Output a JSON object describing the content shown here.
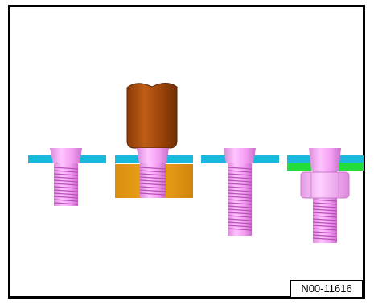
{
  "figure": {
    "reference_number": "N00-11616",
    "panels": [
      {
        "id": "bolt-in-sheet",
        "parts": [
          "sheet",
          "bolt"
        ]
      },
      {
        "id": "bolt-press-fit",
        "parts": [
          "punch",
          "sheet",
          "bolt",
          "support-block"
        ]
      },
      {
        "id": "long-bolt-in-sheet",
        "parts": [
          "sheet",
          "bolt"
        ]
      },
      {
        "id": "bolt-with-nut",
        "parts": [
          "sheet",
          "washer-layer",
          "bolt",
          "nut"
        ]
      }
    ]
  },
  "colors": {
    "frame": "#000000",
    "sheet": "#19b8dc",
    "bolt": "#f39ef3",
    "bolt_shade": "#d46bd4",
    "thread": "#b94fb9",
    "punch": "#a84b0d",
    "punch_shade": "#6f2f05",
    "support_block": "#e09a14",
    "washer_layer": "#22dd3a",
    "nut": "#f7b4f7"
  }
}
